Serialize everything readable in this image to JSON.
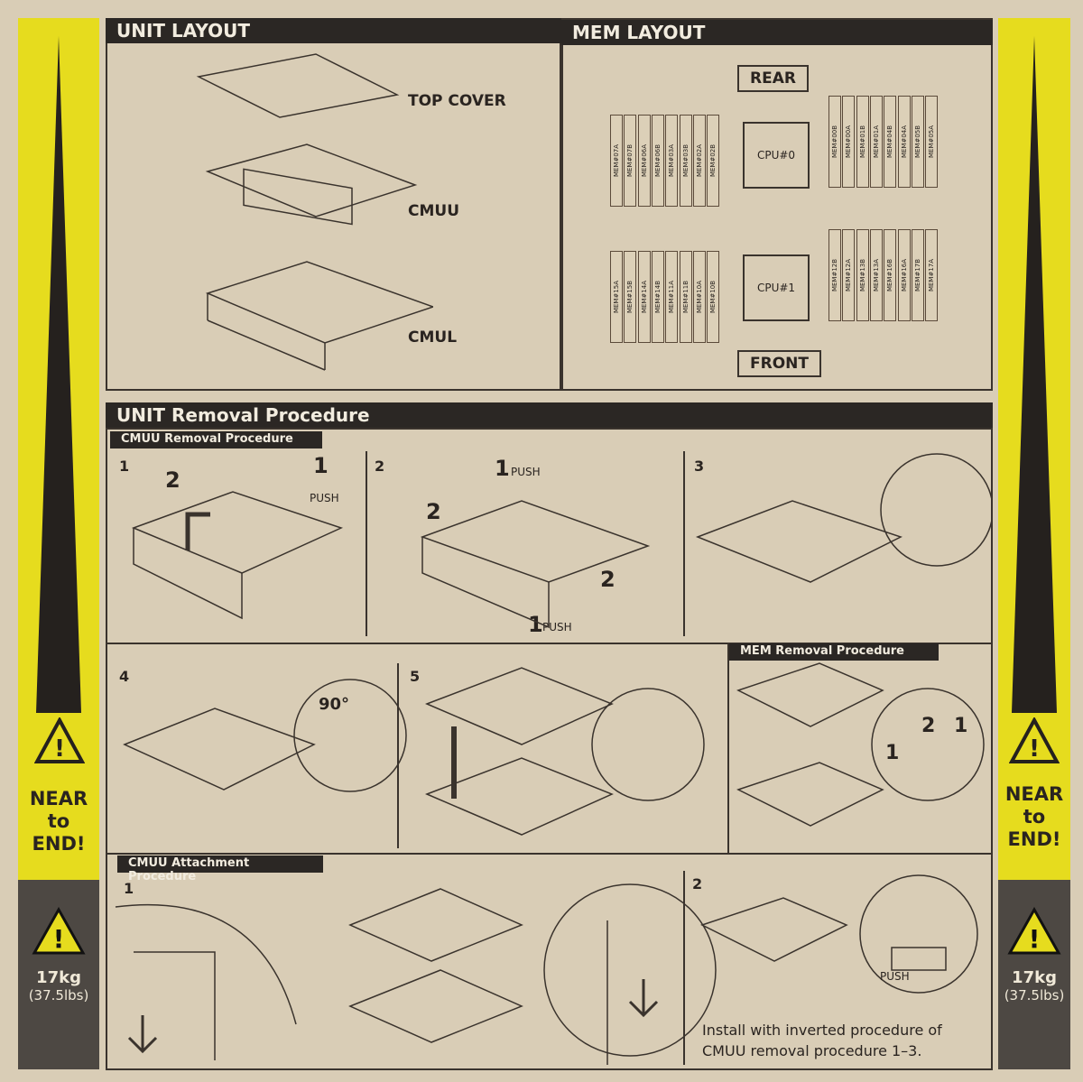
{
  "side": {
    "warning_text": [
      "NEAR",
      "to",
      "END!"
    ],
    "weight": "17kg",
    "weight_lbs": "(37.5lbs)"
  },
  "unit_layout": {
    "title": "UNIT LAYOUT",
    "parts": [
      "TOP COVER",
      "CMUU",
      "CMUL"
    ]
  },
  "mem_layout": {
    "title": "MEM LAYOUT",
    "rear": "REAR",
    "front": "FRONT",
    "cpu0": "CPU#0",
    "cpu1": "CPU#1",
    "top_left": [
      "MEM#07A",
      "MEM#07B",
      "MEM#06A",
      "MEM#06B",
      "MEM#03A",
      "MEM#03B",
      "MEM#02A",
      "MEM#02B"
    ],
    "top_right": [
      "MEM#00B",
      "MEM#00A",
      "MEM#01B",
      "MEM#01A",
      "MEM#04B",
      "MEM#04A",
      "MEM#05B",
      "MEM#05A"
    ],
    "bottom_left": [
      "MEM#15A",
      "MEM#15B",
      "MEM#14A",
      "MEM#14B",
      "MEM#11A",
      "MEM#11B",
      "MEM#10A",
      "MEM#10B"
    ],
    "bottom_right": [
      "MEM#12B",
      "MEM#12A",
      "MEM#13B",
      "MEM#13A",
      "MEM#16B",
      "MEM#16A",
      "MEM#17B",
      "MEM#17A"
    ]
  },
  "removal": {
    "title": "UNIT Removal Procedure",
    "cmuu_title": "CMUU Removal Procedure",
    "mem_title": "MEM Removal Procedure",
    "steps": [
      "1",
      "2",
      "3",
      "4",
      "5"
    ],
    "push": "PUSH",
    "one": "1",
    "two": "2",
    "angle": "90°"
  },
  "attach": {
    "title": "CMUU Attachment Procedure",
    "steps": [
      "1",
      "2"
    ],
    "push": "PUSH",
    "note": "Install with inverted procedure of CMUU removal procedure 1–3."
  }
}
